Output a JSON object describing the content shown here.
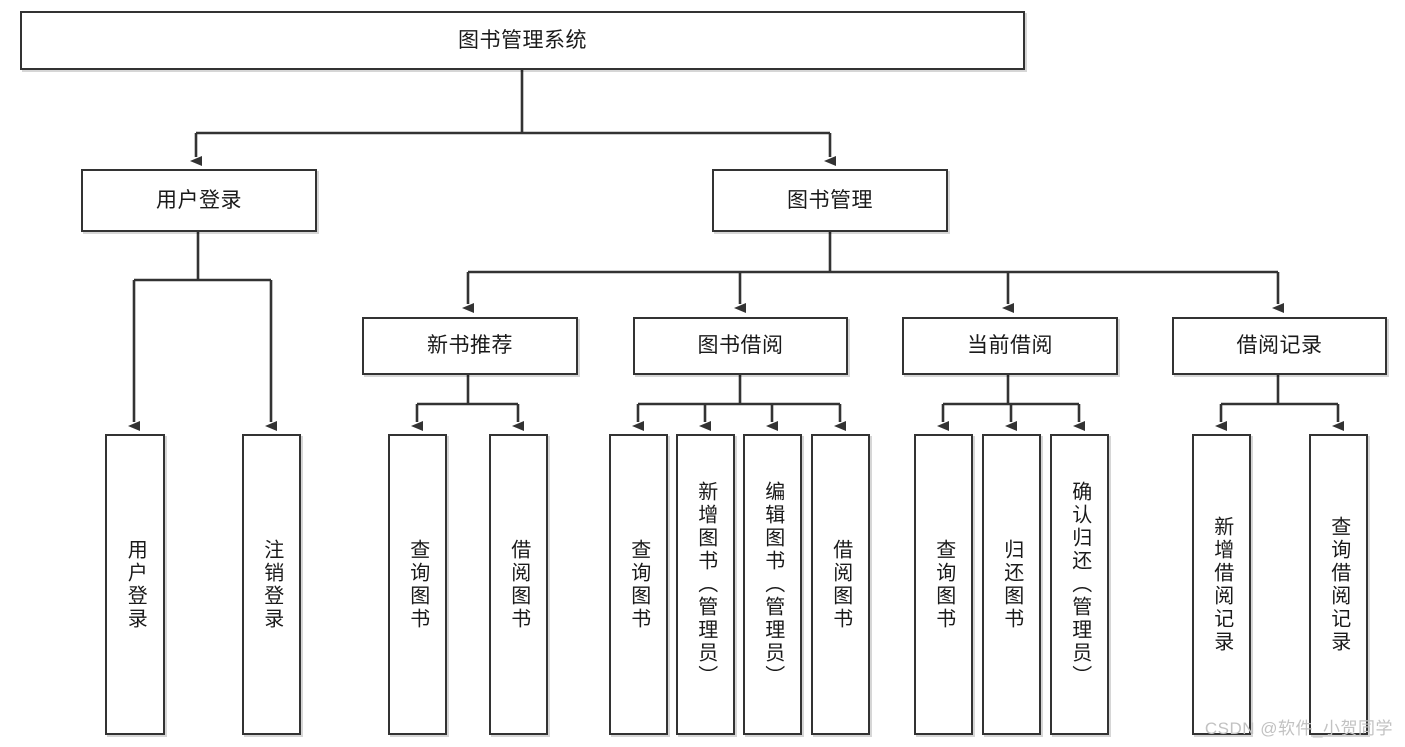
{
  "diagram": {
    "title": "图书管理系统",
    "type": "hierarchy-tree",
    "watermark": "CSDN @软件_小贺同学",
    "colors": {
      "box_border": "#333333",
      "box_fill": "#ffffff",
      "text": "#1a1a1a",
      "connector": "#333333",
      "watermark": "#c2c2c2"
    },
    "nodes": {
      "root": {
        "label": "图书管理系统",
        "level": 1,
        "orientation": "horizontal"
      },
      "user_login": {
        "label": "用户登录",
        "level": 2,
        "orientation": "horizontal"
      },
      "book_manage": {
        "label": "图书管理",
        "level": 2,
        "orientation": "horizontal"
      },
      "new_book_rec": {
        "label": "新书推荐",
        "level": 3,
        "orientation": "horizontal"
      },
      "book_borrow": {
        "label": "图书借阅",
        "level": 3,
        "orientation": "horizontal"
      },
      "current_borrow": {
        "label": "当前借阅",
        "level": 3,
        "orientation": "horizontal"
      },
      "borrow_record": {
        "label": "借阅记录",
        "level": 3,
        "orientation": "horizontal"
      },
      "leaf_user_login": {
        "label": "用户登录",
        "level": 4,
        "orientation": "vertical"
      },
      "leaf_logout": {
        "label": "注销登录",
        "level": 4,
        "orientation": "vertical"
      },
      "leaf_query_book_1": {
        "label": "查询图书",
        "level": 4,
        "orientation": "vertical"
      },
      "leaf_borrow_book_1": {
        "label": "借阅图书",
        "level": 4,
        "orientation": "vertical"
      },
      "leaf_query_book_2": {
        "label": "查询图书",
        "level": 4,
        "orientation": "vertical"
      },
      "leaf_add_book": {
        "label": "新增图书（管理员）",
        "level": 4,
        "orientation": "vertical"
      },
      "leaf_edit_book": {
        "label": "编辑图书（管理员）",
        "level": 4,
        "orientation": "vertical"
      },
      "leaf_borrow_book_2": {
        "label": "借阅图书",
        "level": 4,
        "orientation": "vertical"
      },
      "leaf_query_book_3": {
        "label": "查询图书",
        "level": 4,
        "orientation": "vertical"
      },
      "leaf_return_book": {
        "label": "归还图书",
        "level": 4,
        "orientation": "vertical"
      },
      "leaf_confirm_return": {
        "label": "确认归还（管理员）",
        "level": 4,
        "orientation": "vertical"
      },
      "leaf_add_record": {
        "label": "新增借阅记录",
        "level": 4,
        "orientation": "vertical"
      },
      "leaf_query_record": {
        "label": "查询借阅记录",
        "level": 4,
        "orientation": "vertical"
      }
    },
    "edges": [
      {
        "from": "root",
        "to": "user_login"
      },
      {
        "from": "root",
        "to": "book_manage"
      },
      {
        "from": "user_login",
        "to": "leaf_user_login"
      },
      {
        "from": "user_login",
        "to": "leaf_logout"
      },
      {
        "from": "book_manage",
        "to": "new_book_rec"
      },
      {
        "from": "book_manage",
        "to": "book_borrow"
      },
      {
        "from": "book_manage",
        "to": "current_borrow"
      },
      {
        "from": "book_manage",
        "to": "borrow_record"
      },
      {
        "from": "new_book_rec",
        "to": "leaf_query_book_1"
      },
      {
        "from": "new_book_rec",
        "to": "leaf_borrow_book_1"
      },
      {
        "from": "book_borrow",
        "to": "leaf_query_book_2"
      },
      {
        "from": "book_borrow",
        "to": "leaf_add_book"
      },
      {
        "from": "book_borrow",
        "to": "leaf_edit_book"
      },
      {
        "from": "book_borrow",
        "to": "leaf_borrow_book_2"
      },
      {
        "from": "current_borrow",
        "to": "leaf_query_book_3"
      },
      {
        "from": "current_borrow",
        "to": "leaf_return_book"
      },
      {
        "from": "current_borrow",
        "to": "leaf_confirm_return"
      },
      {
        "from": "borrow_record",
        "to": "leaf_add_record"
      },
      {
        "from": "borrow_record",
        "to": "leaf_query_record"
      }
    ]
  }
}
